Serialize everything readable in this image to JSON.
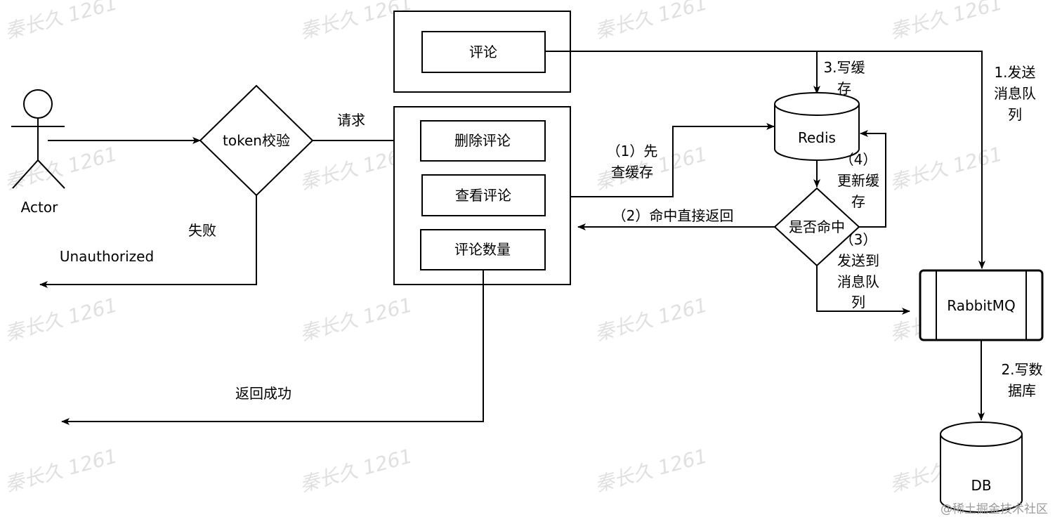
{
  "actor": {
    "label": "Actor"
  },
  "token_check": {
    "label": "token校验"
  },
  "labels": {
    "request": "请求",
    "fail": "失败",
    "unauthorized": "Unauthorized",
    "return_success": "返回成功",
    "check_cache_1": "（1）先",
    "check_cache_2": "查缓存",
    "hit_return": "（2）命中直接返回",
    "write_cache_1": "3.写缓",
    "write_cache_2": "存",
    "send_mq_1": "1.发送",
    "send_mq_2": "消息队",
    "send_mq_3": "列",
    "update_cache_1": "（4）",
    "update_cache_2": "更新缓",
    "update_cache_3": "存",
    "send_to_mq_1": "（3）",
    "send_to_mq_2": "发送到",
    "send_to_mq_3": "消息队",
    "send_to_mq_4": "列",
    "write_db_1": "2.写数",
    "write_db_2": "据库"
  },
  "comment_box": {
    "label": "评论"
  },
  "operations": {
    "delete": "删除评论",
    "view": "查看评论",
    "count": "评论数量"
  },
  "redis": {
    "label": "Redis"
  },
  "hit_decision": {
    "label": "是否命中"
  },
  "rabbitmq": {
    "label": "RabbitMQ"
  },
  "db": {
    "label": "DB"
  },
  "watermark": {
    "text": "秦长久 1261",
    "source": "@稀土掘金技术社区"
  }
}
